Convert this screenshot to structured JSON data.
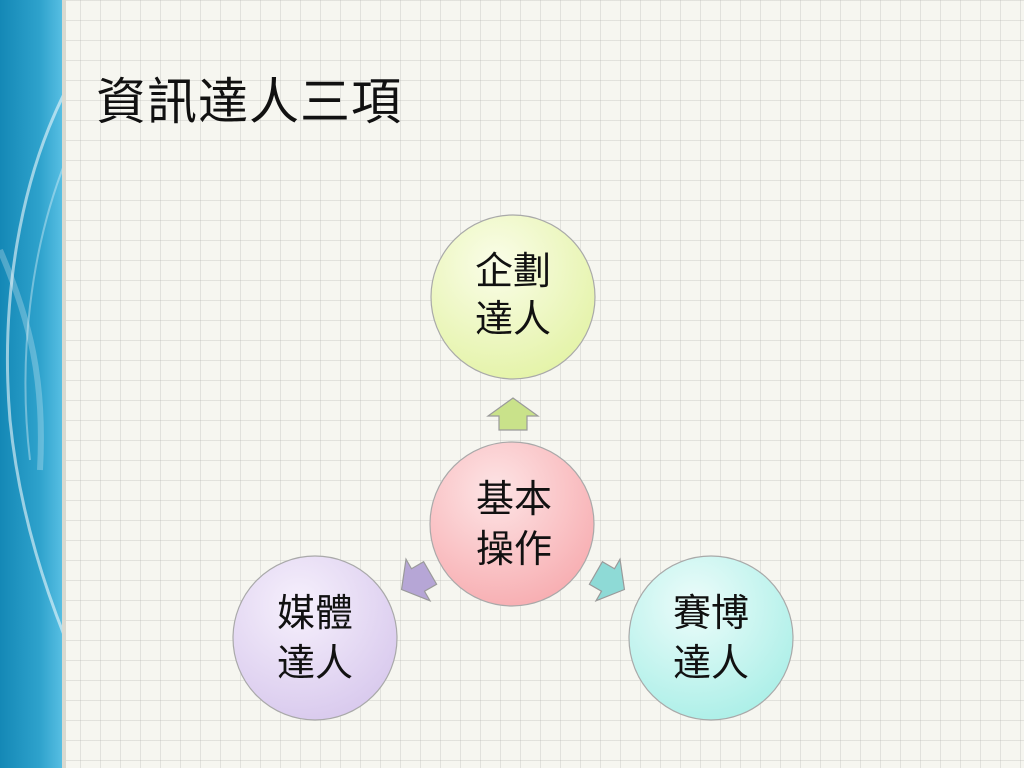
{
  "slide": {
    "title": "資訊達人三項"
  },
  "diagram": {
    "center": {
      "lines": [
        "基本",
        "操作"
      ],
      "color": "#f7a9ad"
    },
    "nodes": [
      {
        "key": "top",
        "lines": [
          "企劃",
          "達人"
        ],
        "color": "#e2f2a2"
      },
      {
        "key": "left",
        "lines": [
          "媒體",
          "達人"
        ],
        "color": "#d6c6ec"
      },
      {
        "key": "right",
        "lines": [
          "賽博",
          "達人"
        ],
        "color": "#a6eee6"
      }
    ],
    "arrows": [
      {
        "to": "top",
        "color": "#c9e28a",
        "icon": "arrow-up-icon"
      },
      {
        "to": "left",
        "color": "#b6a6d6",
        "icon": "arrow-down-left-icon"
      },
      {
        "to": "right",
        "color": "#8edad6",
        "icon": "arrow-down-right-icon"
      }
    ]
  },
  "theme": {
    "band_colors": [
      "#1a8bb8",
      "#5ac0e4"
    ]
  }
}
